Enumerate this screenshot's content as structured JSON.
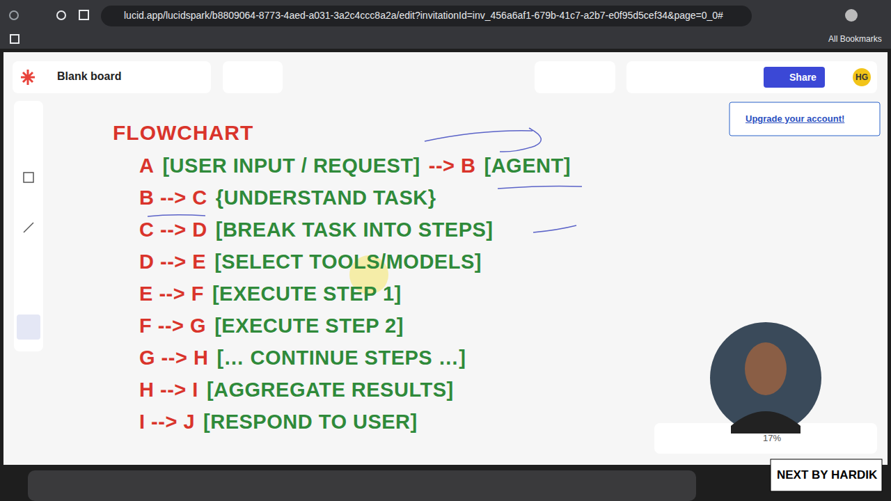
{
  "diagram": {
    "title": "FLOWCHART",
    "labels": [
      "lucid.app/lucidspark/b8809064-8773-4aed-a031-3a2c4ccc8a2a/edit?invitationId=inv_456a6af1-679b-41c7-a2b7-e0f95d5cef34&page=0_0#",
      "All Bookmarks",
      "Blank board",
      "Share",
      "HG",
      "Upgrade your account!",
      "17%",
      "NEXT BY HARDIK",
      "A",
      "[USER INPUT / REQUEST]",
      "--> B",
      "[AGENT]",
      "B --> C",
      "{UNDERSTAND TASK}",
      "C --> D",
      "[BREAK TASK INTO STEPS]",
      "D --> E",
      "[SELECT TOOLS/MODELS]",
      "E --> F",
      "[EXECUTE STEP 1]",
      "F --> G",
      "[EXECUTE STEP 2]",
      "G --> H",
      "[… CONTINUE STEPS …]",
      "H --> I",
      "[AGGREGATE RESULTS]",
      "I --> J",
      "[RESPOND TO USER]"
    ]
  }
}
